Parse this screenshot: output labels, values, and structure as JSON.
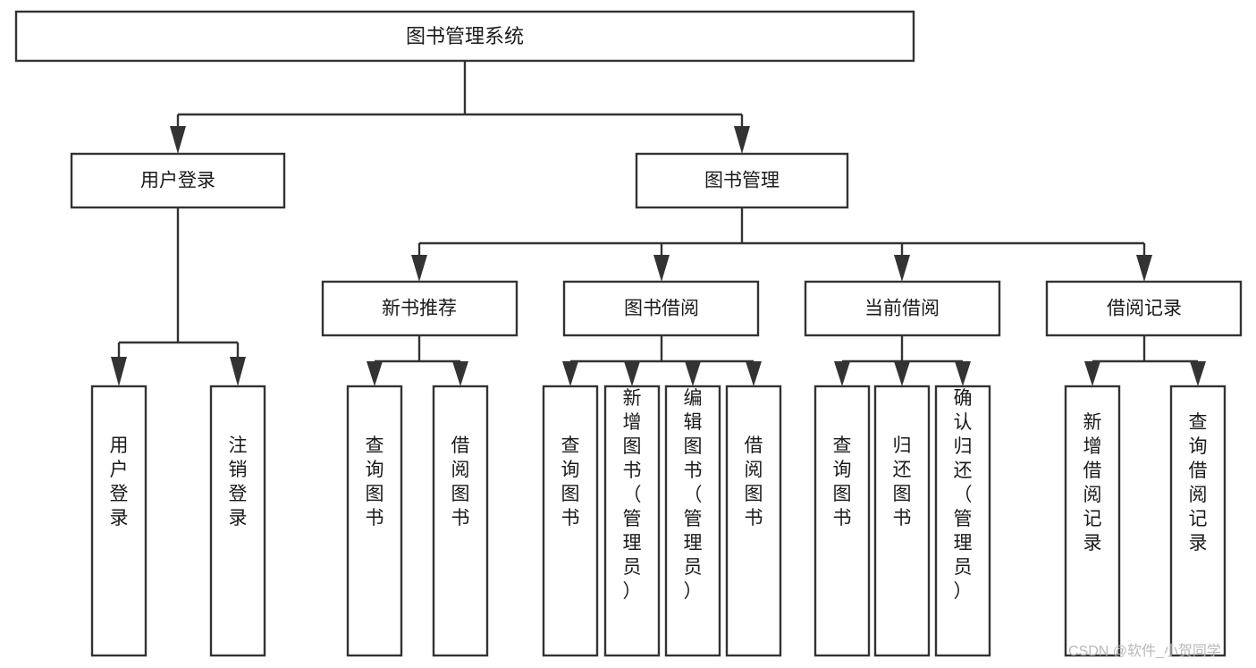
{
  "diagram": {
    "type": "tree-hierarchy-chart",
    "title_node": {
      "id": "root",
      "label": "图书管理系统"
    },
    "level1": [
      {
        "id": "user-login",
        "label": "用户登录"
      },
      {
        "id": "book-management",
        "label": "图书管理"
      }
    ],
    "level2": [
      {
        "id": "new-book-recommend",
        "label": "新书推荐",
        "parent": "book-management"
      },
      {
        "id": "book-borrow",
        "label": "图书借阅",
        "parent": "book-management"
      },
      {
        "id": "current-borrow",
        "label": "当前借阅",
        "parent": "book-management"
      },
      {
        "id": "borrow-record",
        "label": "借阅记录",
        "parent": "book-management"
      }
    ],
    "leaves": {
      "user-login": [
        {
          "id": "leaf-user-login",
          "label": "用户登录"
        },
        {
          "id": "leaf-logout-login",
          "label": "注销登录"
        }
      ],
      "new-book-recommend": [
        {
          "id": "leaf-query-book-1",
          "label": "查询图书"
        },
        {
          "id": "leaf-borrow-book-1",
          "label": "借阅图书"
        }
      ],
      "book-borrow": [
        {
          "id": "leaf-query-book-2",
          "label": "查询图书"
        },
        {
          "id": "leaf-add-book",
          "label": "新增图书（管理员）"
        },
        {
          "id": "leaf-edit-book",
          "label": "编辑图书（管理员）"
        },
        {
          "id": "leaf-borrow-book-2",
          "label": "借阅图书"
        }
      ],
      "current-borrow": [
        {
          "id": "leaf-query-book-3",
          "label": "查询图书"
        },
        {
          "id": "leaf-return-book",
          "label": "归还图书"
        },
        {
          "id": "leaf-confirm-return",
          "label": "确认归还（管理员）"
        }
      ],
      "borrow-record": [
        {
          "id": "leaf-add-record",
          "label": "新增借阅记录"
        },
        {
          "id": "leaf-query-record",
          "label": "查询借阅记录"
        }
      ]
    },
    "colors": {
      "box_fill": "#ffffff",
      "box_stroke": "#333333",
      "text": "#1a1a1a",
      "connector": "#333333",
      "watermark": "#b9b9b9",
      "background": "#ffffff"
    }
  },
  "watermark": {
    "label": "CSDN @软件_小贺同学"
  }
}
